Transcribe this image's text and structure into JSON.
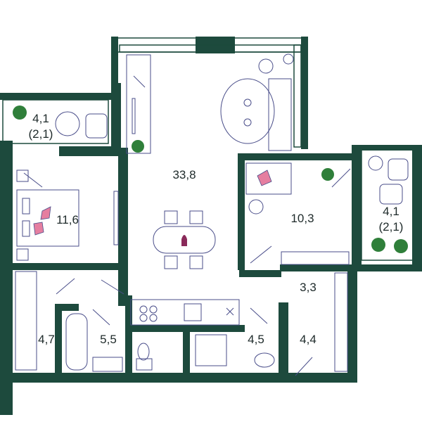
{
  "plan": {
    "rooms": [
      {
        "id": "balcony-left",
        "area": "4,1",
        "sub": "(2,1)"
      },
      {
        "id": "living",
        "area": "33,8"
      },
      {
        "id": "bedroom",
        "area": "11,6"
      },
      {
        "id": "bedroom-right",
        "area": "10,3"
      },
      {
        "id": "balcony-right",
        "area": "4,1",
        "sub": "(2,1)"
      },
      {
        "id": "hall",
        "area": "3,3"
      },
      {
        "id": "wardrobe",
        "area": "4,7"
      },
      {
        "id": "bath-left",
        "area": "5,5"
      },
      {
        "id": "bath-right",
        "area": "4,5"
      },
      {
        "id": "corridor",
        "area": "4,4"
      }
    ],
    "colors": {
      "wall": "#1d4a3d",
      "furniture": "#4a4e8a",
      "plant": "#2f7f3a",
      "accent": "#e57ea0"
    }
  }
}
